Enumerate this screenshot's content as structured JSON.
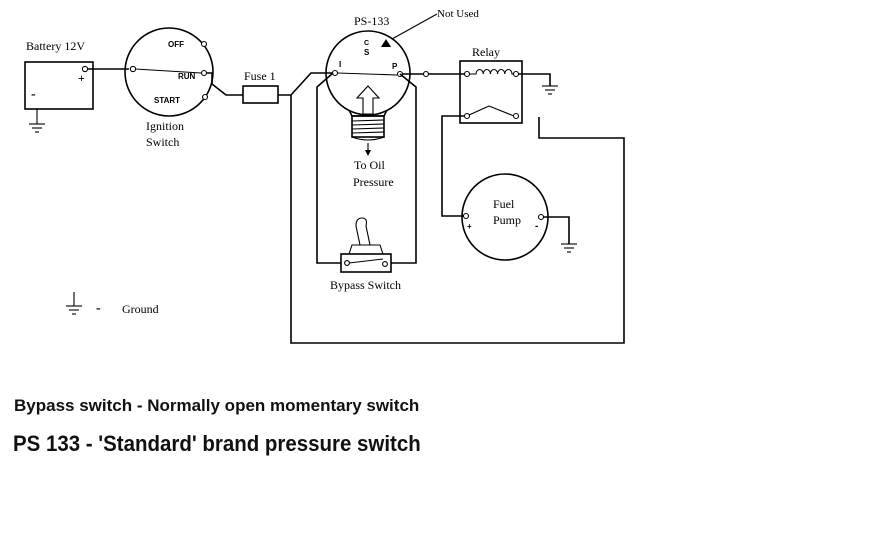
{
  "labels": {
    "battery": "Battery 12V",
    "battery_plus": "+",
    "battery_minus": "-",
    "ignition_off": "OFF",
    "ignition_run": "RUN",
    "ignition_start": "START",
    "ignition_line1": "Ignition",
    "ignition_line2": "Switch",
    "fuse": "Fuse 1",
    "ps133": "PS-133",
    "ps_c": "C",
    "ps_s": "S",
    "ps_i": "I",
    "ps_p": "P",
    "not_used": "Not Used",
    "relay": "Relay",
    "to_oil_line1": "To Oil",
    "to_oil_line2": "Pressure",
    "fuel_pump_line1": "Fuel",
    "fuel_pump_line2": "Pump",
    "pump_plus": "+",
    "pump_minus": "-",
    "bypass_switch": "Bypass Switch",
    "legend_minus": "-",
    "legend_ground": "Ground"
  },
  "notes": {
    "bypass": "Bypass switch - Normally open momentary switch",
    "ps133": "PS 133 - 'Standard' brand pressure switch"
  }
}
